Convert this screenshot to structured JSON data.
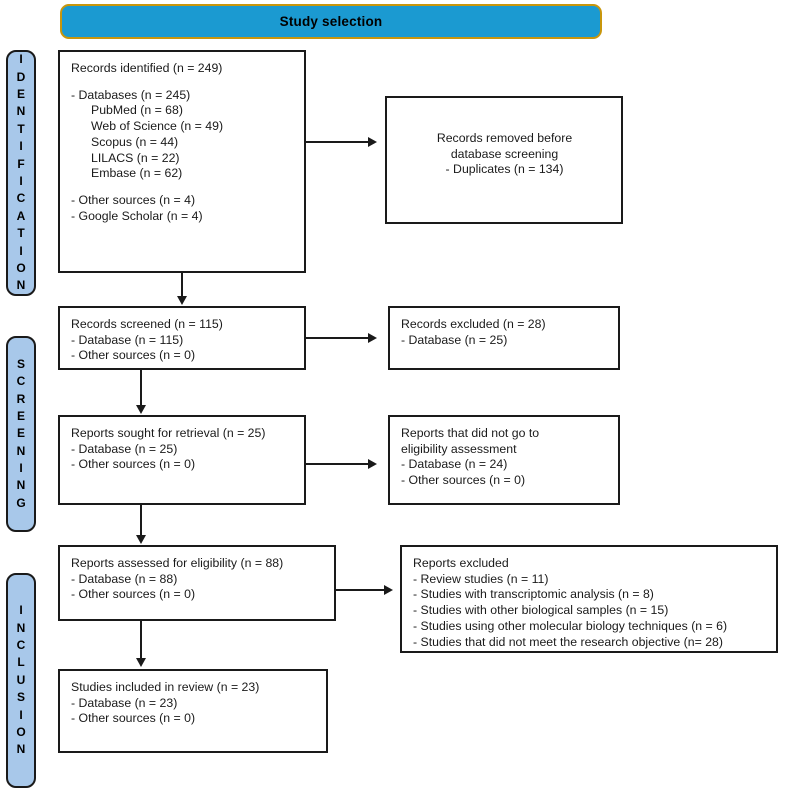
{
  "header": {
    "title": "Study selection",
    "fill_color": "#1b9ad1",
    "border_color": "#c8960c"
  },
  "phases": {
    "identification": "I\nD\nE\nN\nT\nI\nF\nI\nC\nA\nT\nI\nO\nN",
    "screening": "S\nC\nR\nE\nE\nN\nI\nN\nG",
    "inclusion": "I\nN\nC\nL\nU\nS\nI\nO\nN",
    "fill_color": "#a8c8ea"
  },
  "boxes": {
    "identified": {
      "title": "Records identified (n = 249)",
      "databases_header": "- Databases (n = 245)",
      "databases": [
        "PubMed (n = 68)",
        "Web of Science (n = 49)",
        "Scopus (n = 44)",
        "LILACS (n = 22)",
        "Embase (n = 62)"
      ],
      "other_sources": "- Other sources (n = 4)",
      "google_scholar": "- Google Scholar (n = 4)"
    },
    "removed": {
      "line1": "Records removed before",
      "line2": "database screening",
      "line3": "- Duplicates (n = 134)"
    },
    "screened": {
      "title": "Records screened (n = 115)",
      "database": "- Database (n = 115)",
      "other_sources": "- Other sources (n = 0)"
    },
    "excluded_screening": {
      "title": "Records excluded (n = 28)",
      "database": "- Database (n = 25)"
    },
    "sought": {
      "title": "Reports sought for retrieval (n = 25)",
      "database": "- Database (n = 25)",
      "other_sources": "- Other sources (n = 0)"
    },
    "not_retrieved": {
      "line1": "Reports that did not go to",
      "line2": "eligibility assessment",
      "database": "- Database (n = 24)",
      "other_sources": "- Other sources (n = 0)"
    },
    "assessed": {
      "title": "Reports assessed for eligibility (n = 88)",
      "database": "- Database (n = 88)",
      "other_sources": "- Other sources (n = 0)"
    },
    "excluded_eligibility": {
      "title": "Reports excluded",
      "reasons": [
        "- Review studies (n = 11)",
        "- Studies with transcriptomic analysis (n = 8)",
        "- Studies with other biological samples (n = 15)",
        "- Studies using other molecular biology techniques (n = 6)",
        "- Studies that did not meet the research objective (n= 28)"
      ]
    },
    "included": {
      "title": "Studies included in review (n = 23)",
      "database": "- Database (n = 23)",
      "other_sources": "- Other sources (n = 0)"
    }
  }
}
